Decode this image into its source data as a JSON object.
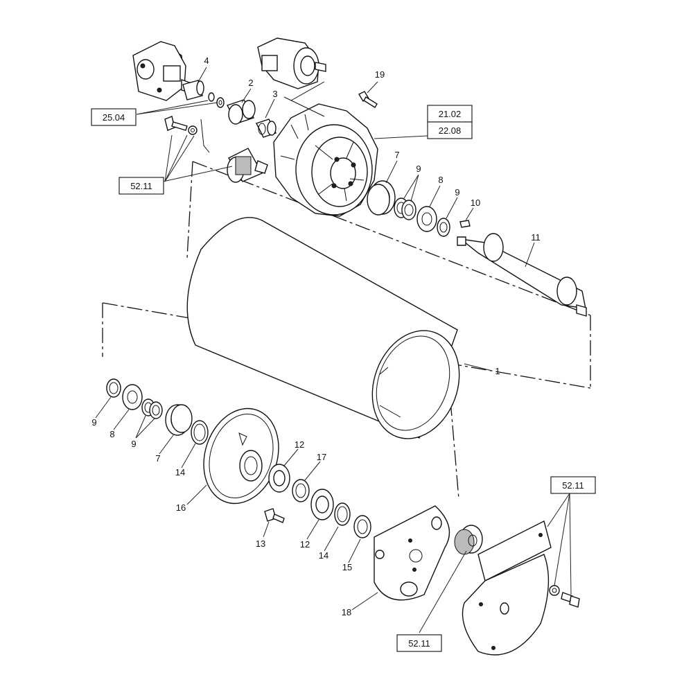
{
  "references": {
    "r2504": "25.04",
    "r5211_a": "52.11",
    "r2102": "21.02",
    "r2208": "22.08",
    "r5211_b": "52.11",
    "r5211_c": "52.11"
  },
  "callouts": {
    "p1": "1",
    "p2": "2",
    "p3": "3",
    "p4": "4",
    "p7a": "7",
    "p7b": "7",
    "p8a": "8",
    "p8b": "8",
    "p9a": "9",
    "p9b": "9",
    "p9c": "9",
    "p9d": "9",
    "p10": "10",
    "p11": "11",
    "p12a": "12",
    "p12b": "12",
    "p13": "13",
    "p14a": "14",
    "p14b": "14",
    "p15": "15",
    "p16": "16",
    "p17": "17",
    "p18": "18",
    "p19": "19"
  }
}
